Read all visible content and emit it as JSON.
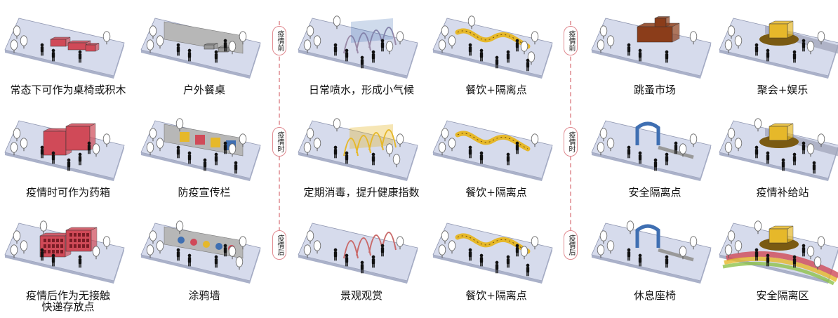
{
  "colors": {
    "platform_top": "#d6dbec",
    "platform_side": "#aab1c9",
    "wall": "#b7b7b7",
    "red_object": "#d04a58",
    "yellow_object": "#e6b82a",
    "blue_object": "#3f6fb2",
    "tree": "#ffffff",
    "people": "#111111",
    "divider": "#e7a7ab"
  },
  "phases": [
    {
      "label": "疫情前"
    },
    {
      "label": "疫情时"
    },
    {
      "label": "疫情后"
    }
  ],
  "grid": [
    [
      "常态下可作为桌椅或积木",
      "户外餐桌",
      "日常喷水，形成小气候",
      "餐饮+隔离点",
      "跳蚤市场",
      "聚会+娱乐"
    ],
    [
      "疫情时可作为药箱",
      "防疫宣传栏",
      "定期消毒，提升健康指数",
      "餐饮+隔离点",
      "安全隔离点",
      "疫情补给站"
    ],
    [
      "疫情后作为无接触\n快递存放点",
      "涂鸦墙",
      "景观观赏",
      "餐饮+隔离点",
      "休息座椅",
      "安全隔离区"
    ]
  ],
  "scene_objects": [
    [
      "red-blocks-icon",
      "wall-tables-icon",
      "mesh-fountain-icon",
      "serpentine-bench-icon",
      "market-stall-icon",
      "kiosk-icon"
    ],
    [
      "medicine-box-icon",
      "poster-wall-icon",
      "yellow-mesh-icon",
      "serpentine-bench-icon",
      "blue-gate-icon",
      "kiosk-icon"
    ],
    [
      "parcel-locker-icon",
      "graffiti-wall-icon",
      "red-arches-icon",
      "serpentine-bench-icon",
      "blue-gate-icon",
      "kiosk-zone-icon"
    ]
  ]
}
